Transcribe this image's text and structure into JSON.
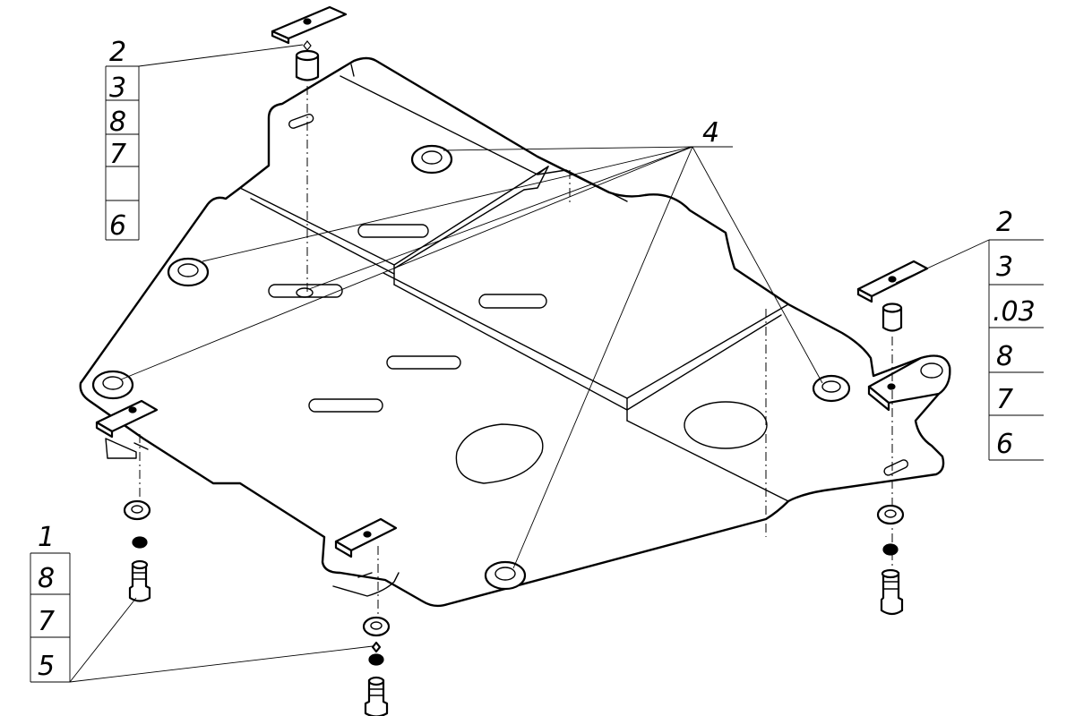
{
  "callouts": {
    "top_left": [
      "2",
      "3",
      "8",
      "7",
      "6"
    ],
    "right": [
      "2",
      "3",
      ".03",
      "8",
      "7",
      "6"
    ],
    "bottom_left": [
      "1",
      "8",
      "7",
      "5"
    ],
    "center": "4"
  }
}
